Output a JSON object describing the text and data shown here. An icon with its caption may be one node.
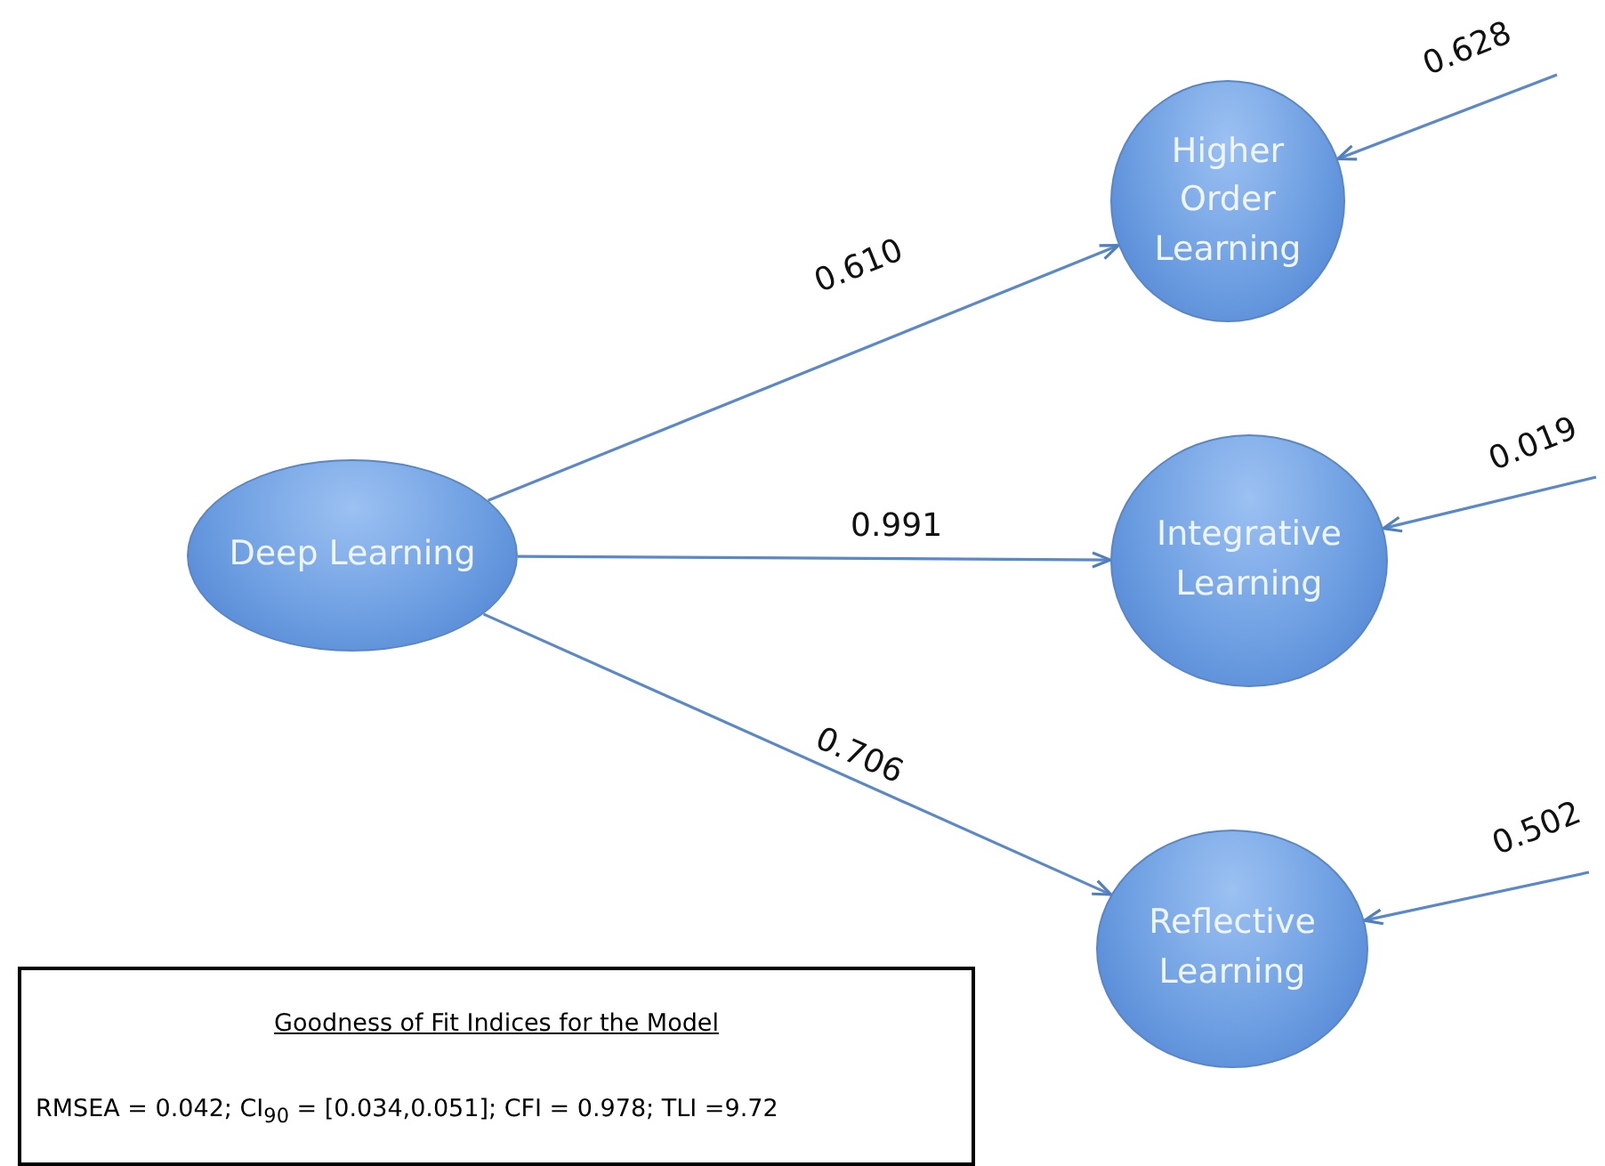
{
  "diagram": {
    "nodes": [
      {
        "text": [
          "Deep Learning"
        ]
      },
      {
        "text": [
          "Higher Order Learning"
        ]
      },
      {
        "text": [
          "Integrative Learning"
        ]
      },
      {
        "text": [
          "Reflective Learning"
        ]
      },
      {
        "text": [
          "Goodness of Fit Indices for the Model",
          "RMSEA = 0.042; CI$_{90}$ = [0.034,0.051]; CFI = 0.978; TLI =9.72"
        ]
      }
    ],
    "edges": [
      {
        "from": 0,
        "to": 1,
        "arrow": "to",
        "label": "0.610"
      },
      {
        "from": 0,
        "to": 2,
        "arrow": "to",
        "label": "0.991"
      },
      {
        "from": 0,
        "to": 3,
        "arrow": "to",
        "label": "0.706"
      },
      {
        "from": null,
        "to": 1,
        "arrow": "to",
        "label": "0.628"
      },
      {
        "from": null,
        "to": 2,
        "arrow": "to",
        "label": "0.019"
      },
      {
        "from": null,
        "to": 3,
        "arrow": "to",
        "label": "0.502"
      }
    ]
  }
}
